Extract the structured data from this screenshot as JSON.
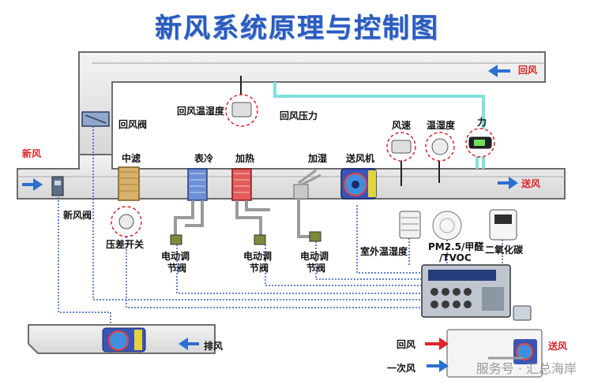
{
  "title": "新风系统原理与控制图",
  "labels": {
    "return_air_top": "回风",
    "fresh_air": "新风",
    "supply_air": "送风",
    "return_damper": "回风阀",
    "return_temp_humidity": "回风温湿度",
    "return_pressure": "回风压力",
    "medium_filter": "中滤",
    "surface_cooler": "表冷",
    "heating": "加热",
    "humidify": "加湿",
    "supply_fan": "送风机",
    "air_speed": "风速",
    "temp_humidity": "温湿度",
    "pressure": "力",
    "fresh_damper": "新风阀",
    "diff_pressure_switch": "压差开关",
    "valve_cool_1": "电动调",
    "valve_cool_2": "节阀",
    "valve_heat_1": "电动调",
    "valve_heat_2": "节阀",
    "valve_hum_1": "电动调",
    "valve_hum_2": "节阀",
    "outdoor_temp_humidity": "室外温湿度",
    "pm_1": "PM2.5/甲醛",
    "pm_2": "/TVOC",
    "co2": "二氧化碳",
    "exhaust": "排风",
    "inset_return": "回风",
    "inset_supply": "送风",
    "inset_primary": "一次风"
  },
  "watermark": "服务号 · 汇总海岸",
  "colors": {
    "duct": "#e8e8e8",
    "duct_edge": "#7a7a7a",
    "arrow": "#2d6fd0",
    "title": "#2a5bbf",
    "red_label": "#e0222a",
    "wire": "#2f5cc9",
    "pressure_tube": "#7fe0e0"
  }
}
